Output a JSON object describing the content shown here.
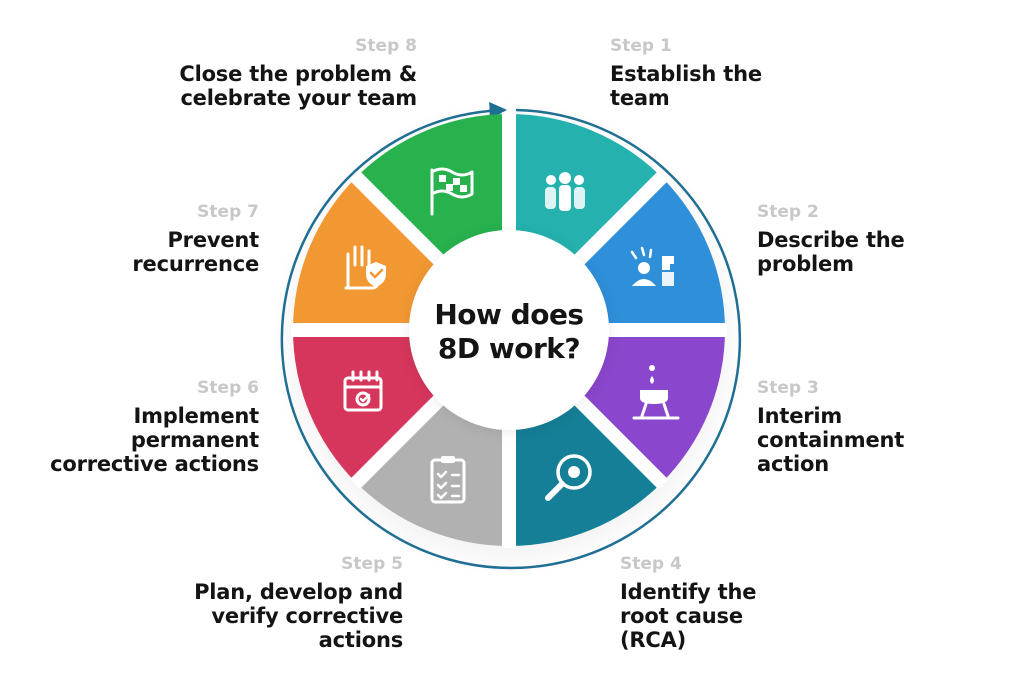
{
  "center": {
    "line1": "How does",
    "line2": "8D work?"
  },
  "colors": {
    "step1": "#25b1ae",
    "step2": "#2f8fd9",
    "step3": "#8a46cc",
    "step4": "#157f97",
    "step5": "#b1b1b1",
    "step6": "#d6365b",
    "step7": "#f29833",
    "step8": "#27b24e",
    "arc": "#1f6f95",
    "step_label": "#c8c8c8",
    "title": "#141414"
  },
  "steps": [
    {
      "step": "Step 1",
      "lines": [
        "Establish the",
        "team"
      ],
      "icon": "team-icon"
    },
    {
      "step": "Step 2",
      "lines": [
        "Describe the",
        "problem"
      ],
      "icon": "problem-puzzle-icon"
    },
    {
      "step": "Step 3",
      "lines": [
        "Interim",
        "containment",
        "action"
      ],
      "icon": "containment-tray-icon"
    },
    {
      "step": "Step 4",
      "lines": [
        "Identify the",
        "root cause",
        "(RCA)"
      ],
      "icon": "magnifier-eye-icon"
    },
    {
      "step": "Step 5",
      "lines": [
        "Plan, develop and",
        "verify corrective",
        "actions"
      ],
      "icon": "checklist-clipboard-icon"
    },
    {
      "step": "Step 6",
      "lines": [
        "Implement",
        "permanent",
        "corrective actions"
      ],
      "icon": "calendar-check-icon"
    },
    {
      "step": "Step 7",
      "lines": [
        "Prevent",
        "recurrence"
      ],
      "icon": "hand-shield-icon"
    },
    {
      "step": "Step 8",
      "lines": [
        "Close the problem &",
        "celebrate your team"
      ],
      "icon": "finish-flag-icon"
    }
  ]
}
